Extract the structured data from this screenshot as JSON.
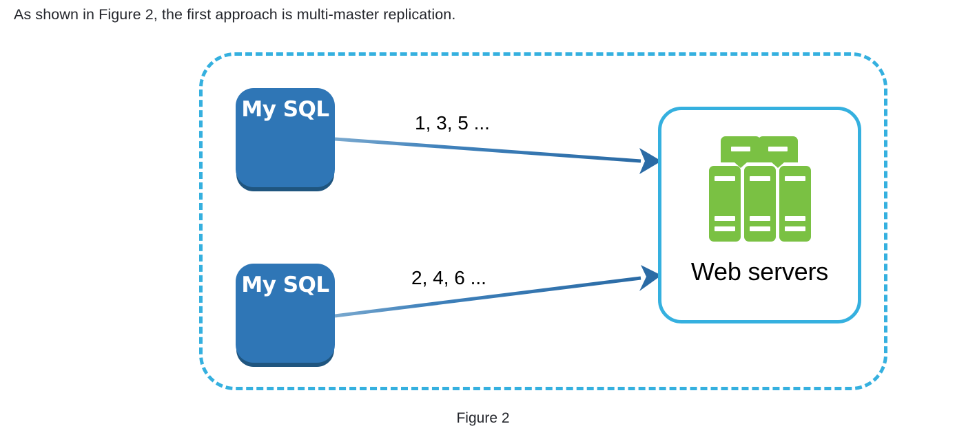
{
  "page": {
    "intro_sentence": "As shown in Figure 2, the first approach is multi-master replication.",
    "caption": "Figure 2",
    "background": "#ffffff"
  },
  "colors": {
    "database_fill": "#2f76b6",
    "database_shadow": "#1f557f",
    "boundary_stroke": "#35b0df",
    "web_box_stroke": "#35b0df",
    "server_icon_green": "#7ac143",
    "arrow_stroke": "#2f76b6",
    "text_primary": "#23252b",
    "text_on_database": "#ffffff"
  },
  "diagram": {
    "boundary": {
      "name": "multi-master-group",
      "style": "dashed-rounded-rectangle"
    },
    "nodes": [
      {
        "id": "db1",
        "label": "My SQL",
        "type": "database"
      },
      {
        "id": "db2",
        "label": "My SQL",
        "type": "database"
      },
      {
        "id": "web",
        "label": "Web servers",
        "type": "server-cluster",
        "icon": "server-rack-icon"
      }
    ],
    "edges": [
      {
        "id": "edge-odd",
        "from": "db1",
        "to": "web",
        "label": "1, 3, 5 ...",
        "arrow": "to"
      },
      {
        "id": "edge-even",
        "from": "db2",
        "to": "web",
        "label": "2, 4, 6 ...",
        "arrow": "to"
      }
    ]
  }
}
